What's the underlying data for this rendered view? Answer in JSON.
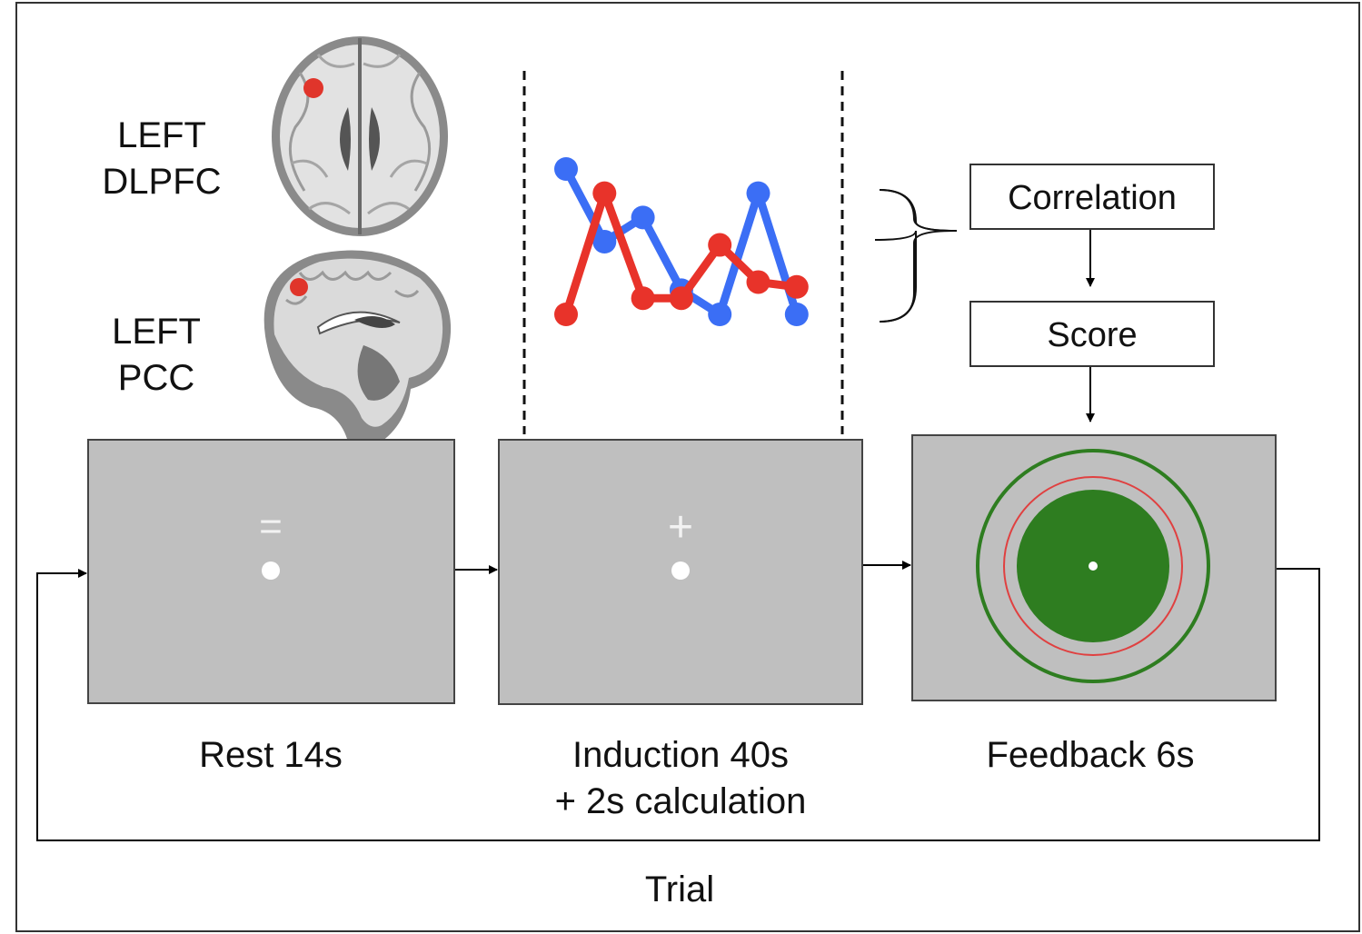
{
  "regions": {
    "region1": "LEFT\nDLPFC",
    "region2": "LEFT\nPCC"
  },
  "flow": {
    "correlation_label": "Correlation",
    "score_label": "Score"
  },
  "screens": {
    "rest": {
      "caption": "Rest 14s",
      "symbol": "="
    },
    "induction": {
      "caption": "Induction 40s\n+ 2s calculation",
      "symbol": "+"
    },
    "feedback": {
      "caption": "Feedback 6s"
    }
  },
  "loop_label": "Trial",
  "timecourse": {
    "blue": [
      10,
      5.5,
      7,
      2.5,
      1,
      8.5,
      1
    ],
    "red": [
      1,
      8.5,
      2,
      2,
      5.3,
      3,
      2.7
    ]
  },
  "colors": {
    "screen_gray": "#bfbfbf",
    "blue_series": "#3b6ef5",
    "red_series": "#e8332a",
    "feedback_green": "#2e7d20",
    "feedback_red_ring": "#e04040",
    "roi_marker": "#e0352b"
  }
}
